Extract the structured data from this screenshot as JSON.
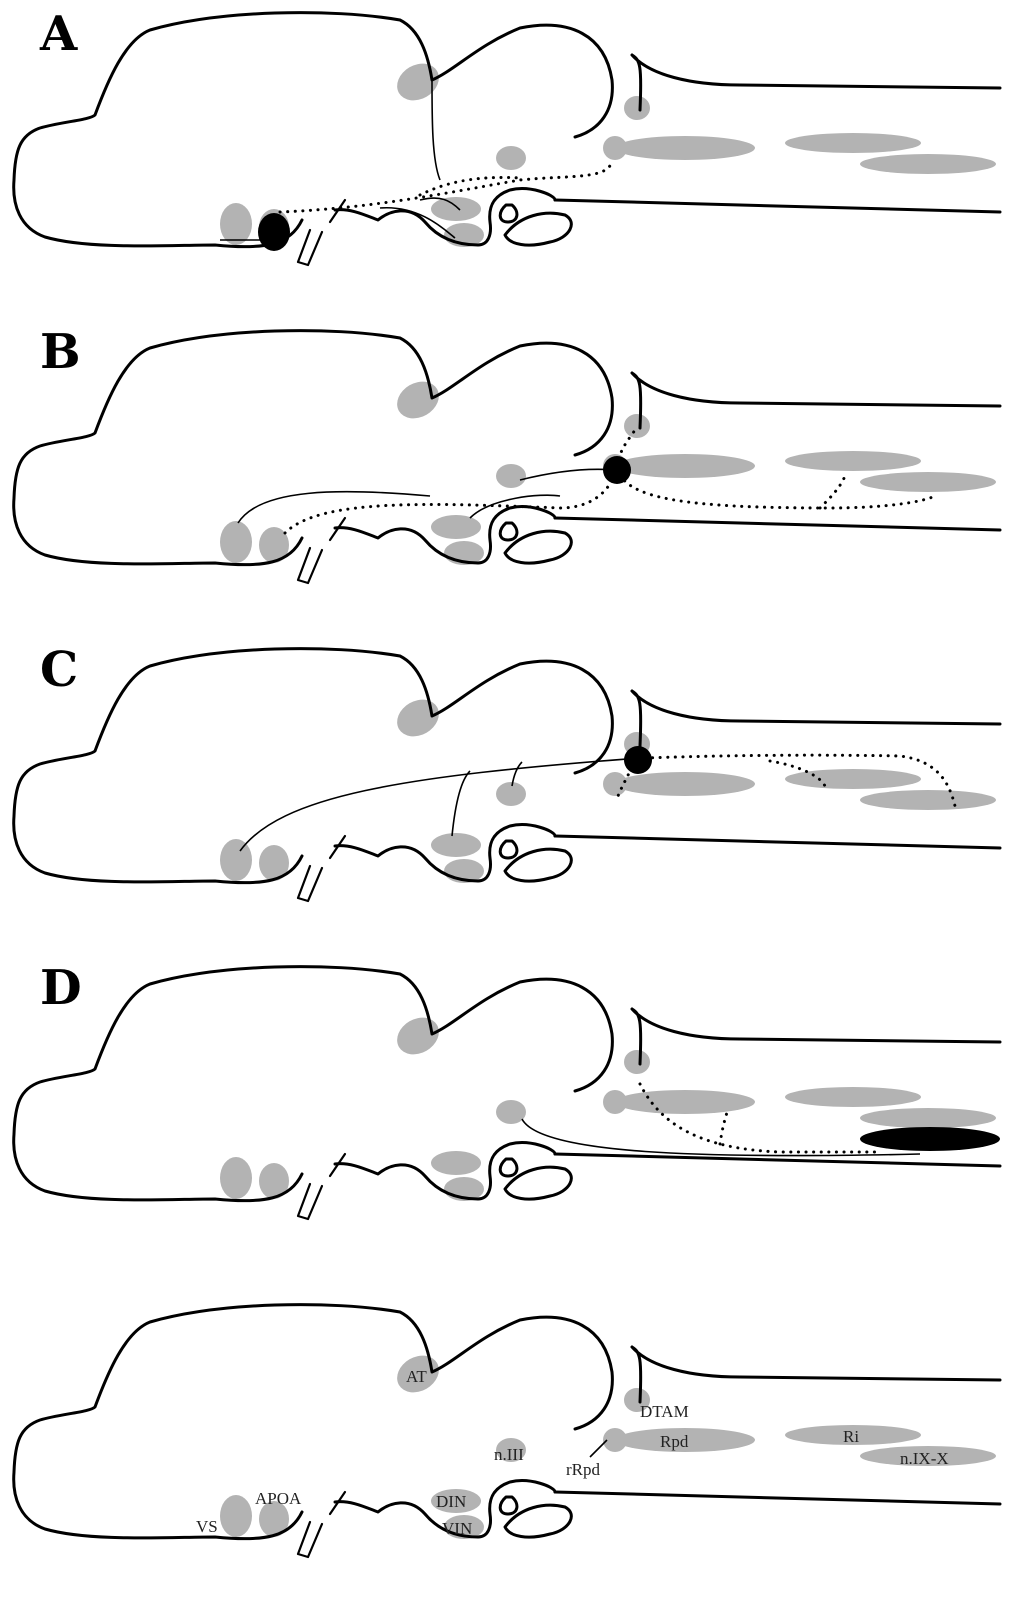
{
  "panels": [
    {
      "label": "A"
    },
    {
      "label": "B"
    },
    {
      "label": "C"
    },
    {
      "label": "D"
    },
    {
      "label": ""
    }
  ],
  "nucleus_labels": {
    "AT": "AT",
    "DTAM": "DTAM",
    "n_III": "n.III",
    "Rpd": "Rpd",
    "rRpd": "rRpd",
    "Ri": "Ri",
    "n_IX_X": "n.IX-X",
    "VS": "VS",
    "APOA": "APOA",
    "DIN": "DIN",
    "VIN": "VIN"
  },
  "colors": {
    "nucleus": "#b3b3b3",
    "outline": "#000000",
    "labeled_cell": "#000000"
  }
}
